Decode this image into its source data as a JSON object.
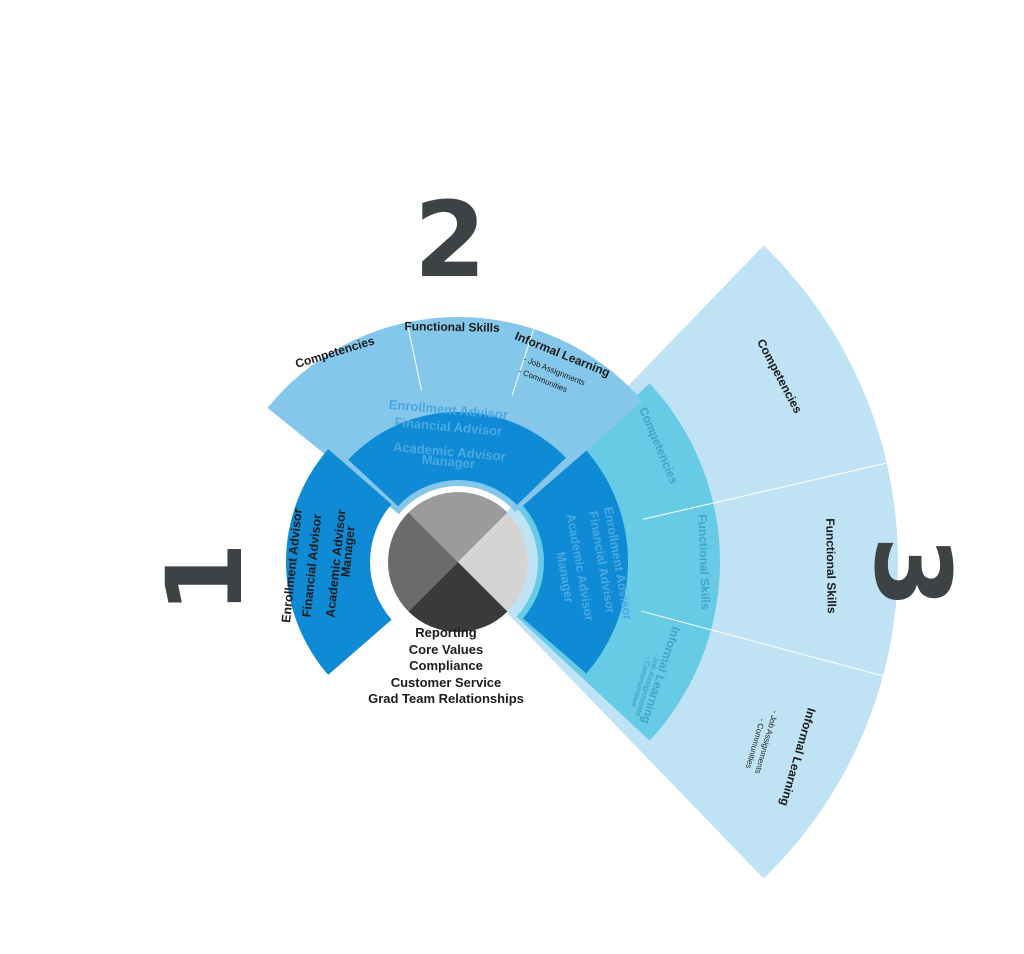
{
  "colors": {
    "sector_1": "#0f8bd6",
    "sector_2_outer": "#85c7ea",
    "sector_2_inner": "#0f8bd6",
    "sector_3_outer": "#bfe2f5",
    "sector_3_middle": "#67cbe6",
    "sector_3_inner": "#0f8bd6",
    "inner_text_faint": "#4aa8e0",
    "quad_top": "#9b9b9b",
    "quad_left": "#6b6b6b",
    "quad_bottom": "#3a3a3a",
    "quad_right": "#d4d4d4",
    "numbers": "#3d4344"
  },
  "stage_numbers": {
    "one": "1",
    "two": "2",
    "three": "3"
  },
  "roles": [
    "Enrollment Advisor",
    "Financial Advisor",
    "Academic Advisor",
    "Manager"
  ],
  "foundation": [
    "Reporting",
    "Core Values",
    "Compliance",
    "Customer Service",
    "Grad Team Relationships"
  ],
  "learning": {
    "competencies": "Competencies",
    "functional_skills": "Functional Skills",
    "informal_learning": "Informal Learning",
    "job_assignments": "- Job Assignments",
    "communities": "- Communities"
  }
}
